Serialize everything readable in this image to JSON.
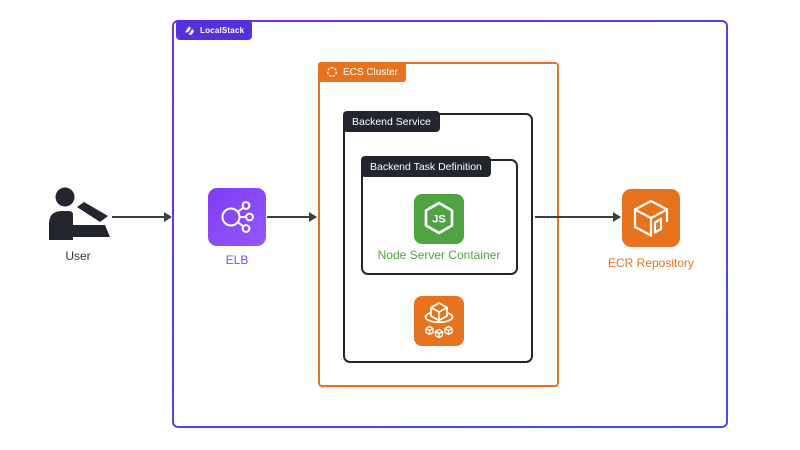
{
  "localstack": {
    "badge_label": "LocalStack"
  },
  "ecs_cluster": {
    "badge_label": "ECS Cluster"
  },
  "backend_service": {
    "badge_label": "Backend Service"
  },
  "task_definition": {
    "badge_label": "Backend Task Definition"
  },
  "nodes": {
    "user": {
      "label": "User",
      "icon": "user-at-laptop-icon"
    },
    "elb": {
      "label": "ELB",
      "icon": "load-balancer-icon"
    },
    "node_server": {
      "label": "Node Server Container",
      "icon": "nodejs-icon",
      "icon_text": "JS"
    },
    "ecs_service": {
      "icon": "ecs-containers-icon"
    },
    "ecr": {
      "label": "ECR Repository",
      "icon": "ecr-cube-icon"
    }
  },
  "icons": {
    "localstack_logo": "localstack-logo-icon",
    "ecs_cluster_badge": "ecs-cluster-ring-icon"
  },
  "colors": {
    "outer_border_top": "#7b2be2",
    "outer_border_bottom": "#3f4ee8",
    "localstack_badge_bg": "#5431dd",
    "aws_orange": "#e8731e",
    "dark_box": "#22252d",
    "node_green": "#4fa341",
    "elb_purple": "#8447f5",
    "arrow": "#3b3f46",
    "background": "#ffffff"
  }
}
